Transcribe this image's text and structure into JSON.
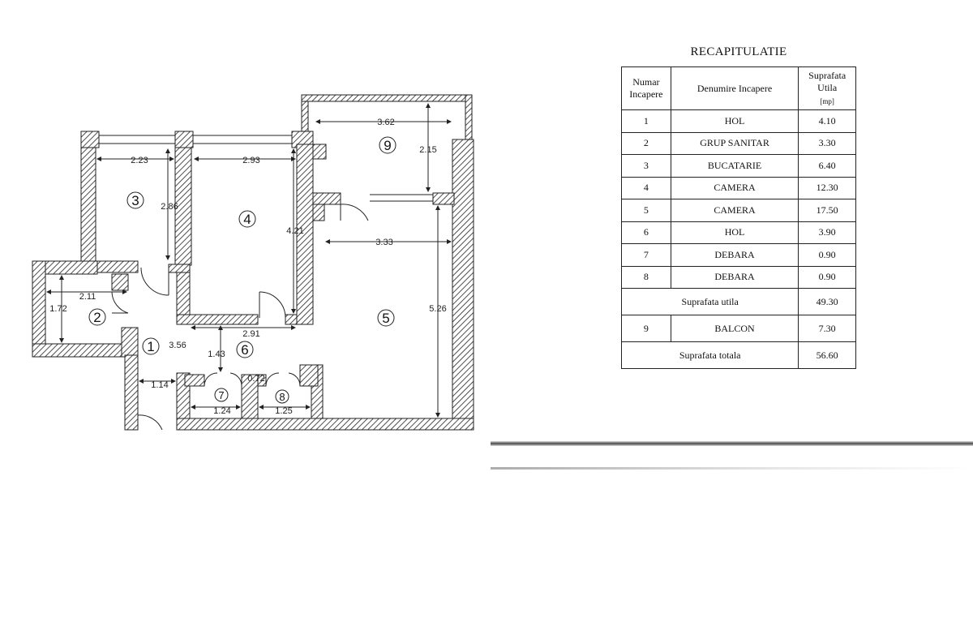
{
  "plan": {
    "rooms": [
      {
        "id": "1",
        "label": "1"
      },
      {
        "id": "2",
        "label": "2"
      },
      {
        "id": "3",
        "label": "3"
      },
      {
        "id": "4",
        "label": "4"
      },
      {
        "id": "5",
        "label": "5"
      },
      {
        "id": "6",
        "label": "6"
      },
      {
        "id": "7",
        "label": "7"
      },
      {
        "id": "8",
        "label": "8"
      },
      {
        "id": "9",
        "label": "9"
      }
    ],
    "dimensions": {
      "d_2_23": "2.23",
      "d_2_93": "2.93",
      "d_3_62": "3.62",
      "d_2_15": "2.15",
      "d_2_86": "2.86",
      "d_4_21": "4.21",
      "d_3_33": "3.33",
      "d_5_26": "5.26",
      "d_2_11": "2.11",
      "d_1_72": "1.72",
      "d_3_56": "3.56",
      "d_2_91": "2.91",
      "d_1_43": "1.43",
      "d_0_72": "0.72",
      "d_1_14": "1.14",
      "d_1_24": "1.24",
      "d_1_25": "1.25"
    }
  },
  "recap": {
    "title": "RECAPITULATIE",
    "headers": {
      "num": [
        "Numar",
        "Incapere"
      ],
      "name": "Denumire Incapere",
      "area": [
        "Suprafata",
        "Utila"
      ],
      "unit": "[mp]"
    },
    "rows": [
      {
        "num": "1",
        "name": "HOL",
        "area": "4.10"
      },
      {
        "num": "2",
        "name": "GRUP SANITAR",
        "area": "3.30"
      },
      {
        "num": "3",
        "name": "BUCATARIE",
        "area": "6.40"
      },
      {
        "num": "4",
        "name": "CAMERA",
        "area": "12.30"
      },
      {
        "num": "5",
        "name": "CAMERA",
        "area": "17.50"
      },
      {
        "num": "6",
        "name": "HOL",
        "area": "3.90"
      },
      {
        "num": "7",
        "name": "DEBARA",
        "area": "0.90"
      },
      {
        "num": "8",
        "name": "DEBARA",
        "area": "0.90"
      }
    ],
    "useful": {
      "label": "Suprafata utila",
      "value": "49.30"
    },
    "balcony": {
      "num": "9",
      "name": "BALCON",
      "area": "7.30"
    },
    "total": {
      "label": "Suprafata totala",
      "value": "56.60"
    }
  }
}
